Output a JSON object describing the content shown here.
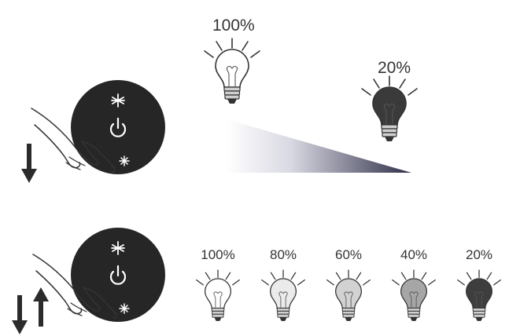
{
  "top_section": {
    "bright_label": "100%",
    "dim_label": "20%",
    "bright_level": 1.0,
    "dim_level": 0.2
  },
  "bottom_section": {
    "steps": [
      {
        "label": "100%",
        "level": 1.0,
        "fill": "#ffffff"
      },
      {
        "label": "80%",
        "level": 0.8,
        "fill": "#ebebeb"
      },
      {
        "label": "60%",
        "level": 0.6,
        "fill": "#d2d2d2"
      },
      {
        "label": "40%",
        "level": 0.4,
        "fill": "#a6a6a6"
      },
      {
        "label": "20%",
        "level": 0.2,
        "fill": "#3e3e3e"
      }
    ]
  },
  "icons": {
    "button_symbols": [
      "sun-icon",
      "power-icon",
      "star-icon"
    ],
    "arrows_top": [
      "arrow-down-icon"
    ],
    "arrows_bottom": [
      "arrow-down-icon",
      "arrow-up-icon"
    ]
  },
  "colors": {
    "ink": "#2b2b2b",
    "disc": "#262626",
    "dim_bulb": "#3a3a3a",
    "ramp_dark": "#2e2e48",
    "ramp_light": "#ffffff"
  }
}
